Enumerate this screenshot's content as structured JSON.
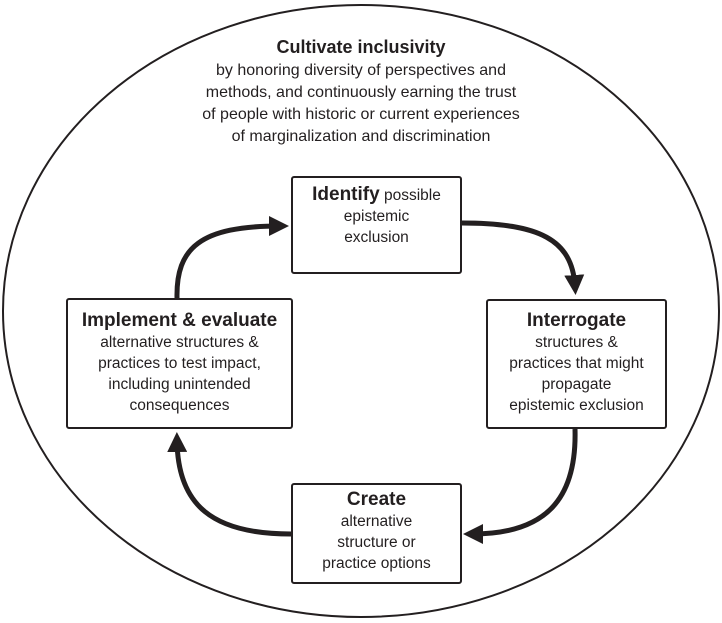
{
  "intro": {
    "heading": "Cultivate inclusivity",
    "lines": [
      "by honoring diversity of perspectives and",
      "methods, and continuously earning the trust",
      "of people with historic or current experiences",
      "of marginalization and discrimination"
    ]
  },
  "steps": {
    "identify": {
      "heading": "Identify",
      "lines": [
        " possible",
        "epistemic",
        "exclusion"
      ]
    },
    "interrogate": {
      "heading": "Interrogate",
      "lines": [
        "structures &",
        "practices that might",
        "propagate",
        "epistemic exclusion"
      ]
    },
    "create": {
      "heading": "Create",
      "lines": [
        "alternative",
        "structure or",
        "practice options"
      ]
    },
    "implement": {
      "heading": "Implement & evaluate",
      "lines": [
        "alternative structures &",
        "practices to test impact,",
        "including unintended",
        "consequences"
      ]
    }
  }
}
